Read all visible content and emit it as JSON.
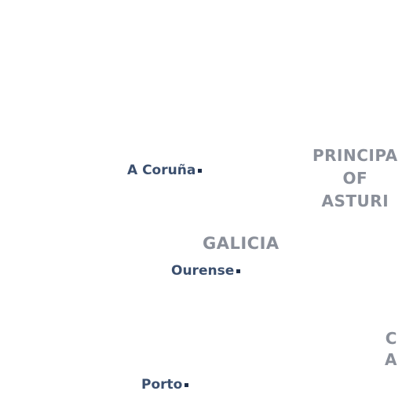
{
  "regions": {
    "galicia": "GALICIA",
    "asturias": {
      "line1": "PRINCIPA",
      "line2": "OF",
      "line3": "ASTURI"
    },
    "partial": {
      "line1": "C",
      "line2": "A"
    }
  },
  "cities": {
    "coruna": "A Coruña",
    "ourense": "Ourense",
    "porto": "Porto"
  },
  "colors": {
    "region_label": "#8a8f99",
    "city_label": "#3b4f6e",
    "city_marker": "#1f2f4a",
    "background": "#ffffff"
  }
}
